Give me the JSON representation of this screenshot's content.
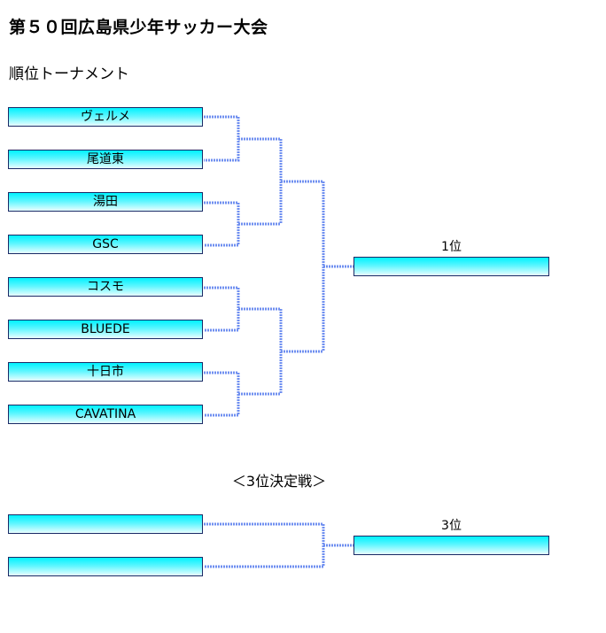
{
  "page": {
    "title": "第５０回広島県少年サッカー大会",
    "subtitle": "順位トーナメント"
  },
  "bracket": {
    "teams": [
      "ヴェルメ",
      "尾道東",
      "湯田",
      "GSC",
      "コスモ",
      "BLUEDE",
      "十日市",
      "CAVATINA"
    ],
    "first_place_label": "1位",
    "first_place_value": ""
  },
  "third_place": {
    "section_title": "＜3位決定戦＞",
    "teams": [
      "",
      ""
    ],
    "third_place_label": "3位",
    "third_place_value": ""
  },
  "colors": {
    "box_top": "#00f2ff",
    "box_bottom": "#e9feff",
    "box_border": "#1a2a66",
    "connector": "#6f8ff0"
  }
}
